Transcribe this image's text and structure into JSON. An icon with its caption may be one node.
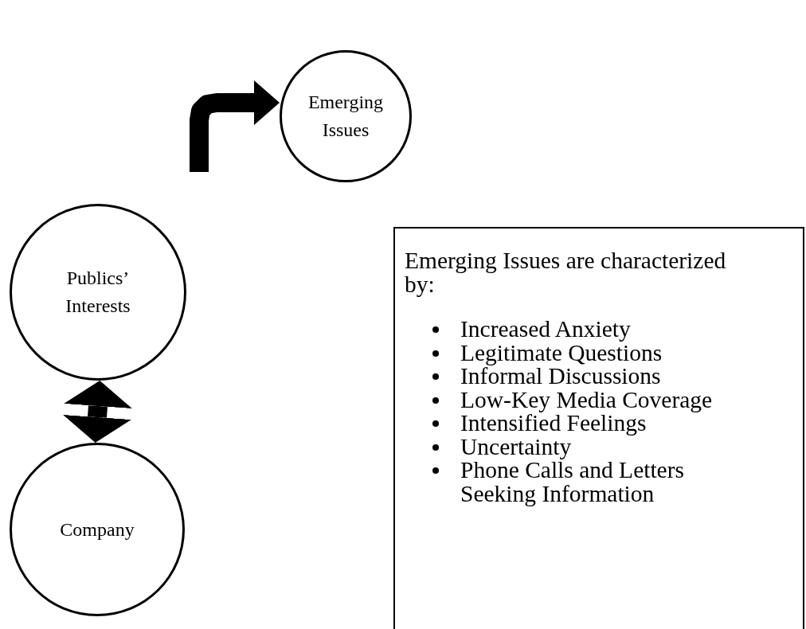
{
  "diagram": {
    "nodes": [
      {
        "text": [
          "Emerging Issues"
        ]
      },
      {
        "text": [
          "Publics’ Interests"
        ]
      },
      {
        "text": [
          "Company"
        ]
      },
      {
        "text": [
          "Emerging Issues are characterized by:",
          "Increased Anxiety",
          "Legitimate Questions",
          "Informal Discussions",
          "Low-Key Media Coverage",
          "Intensified Feelings",
          "Uncertainty",
          "Phone Calls and Letters Seeking Information"
        ]
      }
    ],
    "edges": [
      {
        "from": 1,
        "to": 0,
        "arrow": "to"
      },
      {
        "from": 1,
        "to": 2,
        "arrow": "both"
      }
    ]
  }
}
